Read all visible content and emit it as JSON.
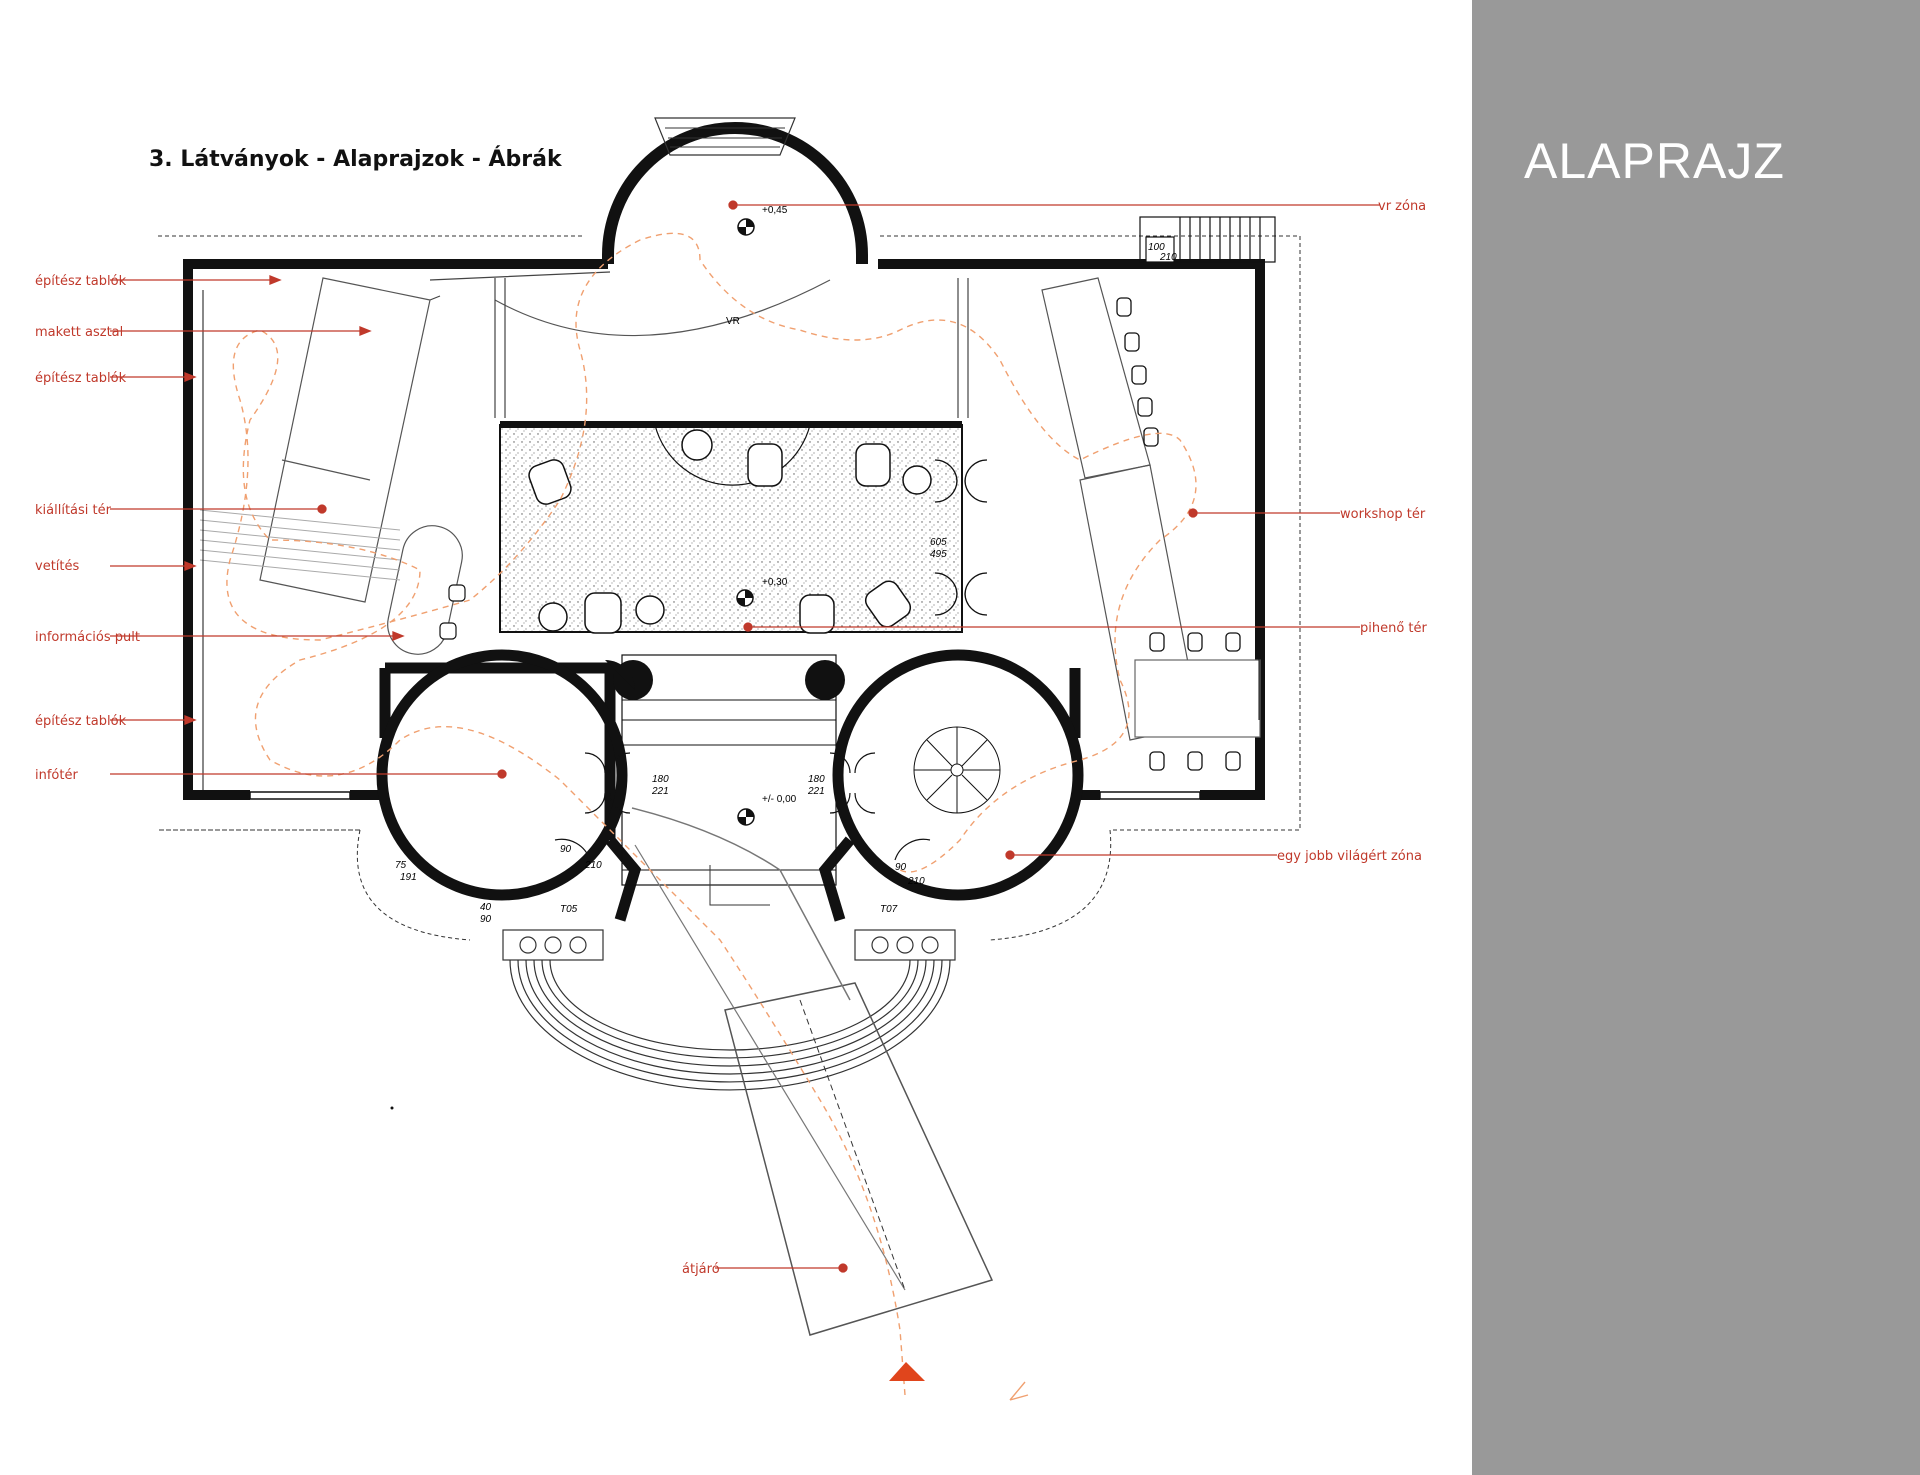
{
  "page_title": "3. Látványok - Alaprajzok - Ábrák",
  "side_title": "ALAPRAJZ",
  "colors": {
    "accent": "#c0392b",
    "panel": "#999999",
    "wall": "#111111",
    "path": "#f0a070"
  },
  "labels_left": {
    "epitesz_tablok_1": "építész tablók",
    "makett_asztal": "makett asztal",
    "epitesz_tablok_2": "építész tablók",
    "kiallitasi_ter": "kiállítási tér",
    "vetites": "vetítés",
    "informacios_pult": "információs pult",
    "epitesz_tablok_3": "építész tablók",
    "infoter": "infótér"
  },
  "labels_right": {
    "vr_zona": "vr zóna",
    "workshop_ter": "workshop tér",
    "piheno_ter": "pihenő tér",
    "egy_jobb_vilagert_zona": "egy jobb világért zóna"
  },
  "label_atjaro": "átjáró",
  "plan_text": {
    "vr": "VR",
    "level_vr": "+0,45",
    "level_hall": "+0,30",
    "level_entry": "+/- 0,00",
    "door_605": "605",
    "door_495": "495",
    "door_left_180": "180",
    "door_left_221": "221",
    "door_right_180": "180",
    "door_right_221": "221",
    "stair_100": "100",
    "stair_210": "210",
    "dim_75": "75",
    "dim_191": "191",
    "dim_40": "40",
    "dim_90": "90",
    "t05": "T05",
    "t07": "T07",
    "dim_left_a": "90",
    "dim_left_b": "210",
    "dim_right_a": "90",
    "dim_right_b": "210"
  }
}
